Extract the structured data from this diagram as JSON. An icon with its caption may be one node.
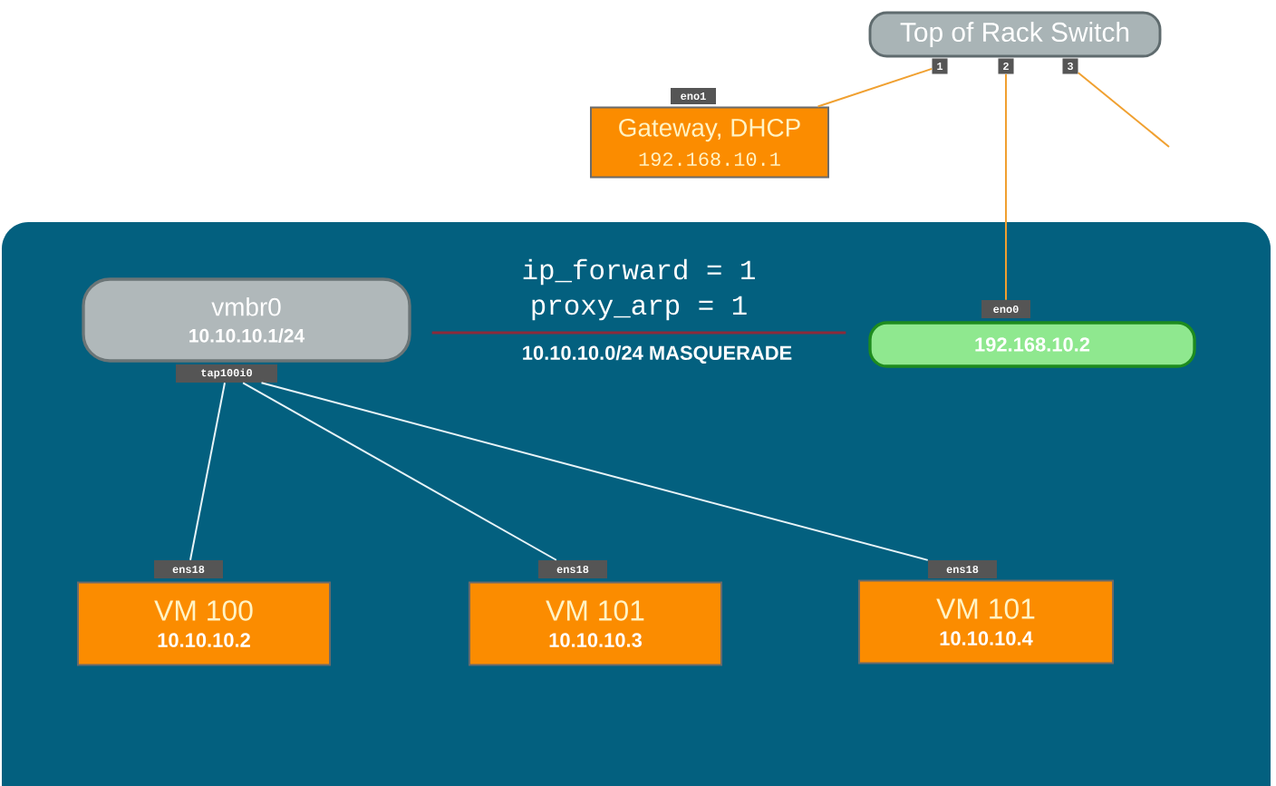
{
  "diagram": {
    "nodes": [
      {
        "text": [],
        "shape": "box"
      },
      {
        "text": [
          "Top of Rack Switch"
        ]
      },
      {
        "text": [
          "1"
        ]
      },
      {
        "text": [
          "2"
        ]
      },
      {
        "text": [
          "3"
        ]
      },
      {
        "text": [
          "eno1"
        ]
      },
      {
        "text": [
          "Gateway, DHCP",
          "192.168.10.1"
        ]
      },
      {
        "text": [
          "vmbr0",
          "10.10.10.1/24"
        ],
        "in": 0
      },
      {
        "text": [
          "tap100i0"
        ],
        "in": 0
      },
      {
        "text": [
          "eno0"
        ],
        "in": 0
      },
      {
        "text": [
          "192.168.10.2"
        ],
        "in": 0
      },
      {
        "text": [
          "ens18"
        ],
        "in": 0
      },
      {
        "text": [
          "VM 100",
          "10.10.10.2"
        ],
        "in": 0
      },
      {
        "text": [
          "ens18"
        ],
        "in": 0
      },
      {
        "text": [
          "VM 101",
          "10.10.10.3"
        ],
        "in": 0
      },
      {
        "text": [
          "ens18"
        ],
        "in": 0
      },
      {
        "text": [
          "VM 101",
          "10.10.10.4"
        ],
        "in": 0
      }
    ],
    "edges": [
      {
        "from": 2,
        "to": 6,
        "arrow": "none",
        "color": "#f0a030"
      },
      {
        "from": 3,
        "to": 9,
        "arrow": "none",
        "color": "#f0a030"
      },
      {
        "from": 4,
        "to": null,
        "arrow": "none",
        "color": "#f0a030"
      },
      {
        "from": 7,
        "to": 10,
        "arrow": "none",
        "color": "#8c2a3a",
        "label": "10.10.10.0/24 MASQUERADE"
      },
      {
        "from": 8,
        "to": 11,
        "arrow": "none",
        "color": "#e8f4f8"
      },
      {
        "from": 8,
        "to": 13,
        "arrow": "none",
        "color": "#e8f4f8"
      },
      {
        "from": 8,
        "to": 15,
        "arrow": "none",
        "color": "#e8f4f8"
      }
    ],
    "labels": [
      "ip_forward = 1",
      "proxy_arp = 1"
    ]
  }
}
